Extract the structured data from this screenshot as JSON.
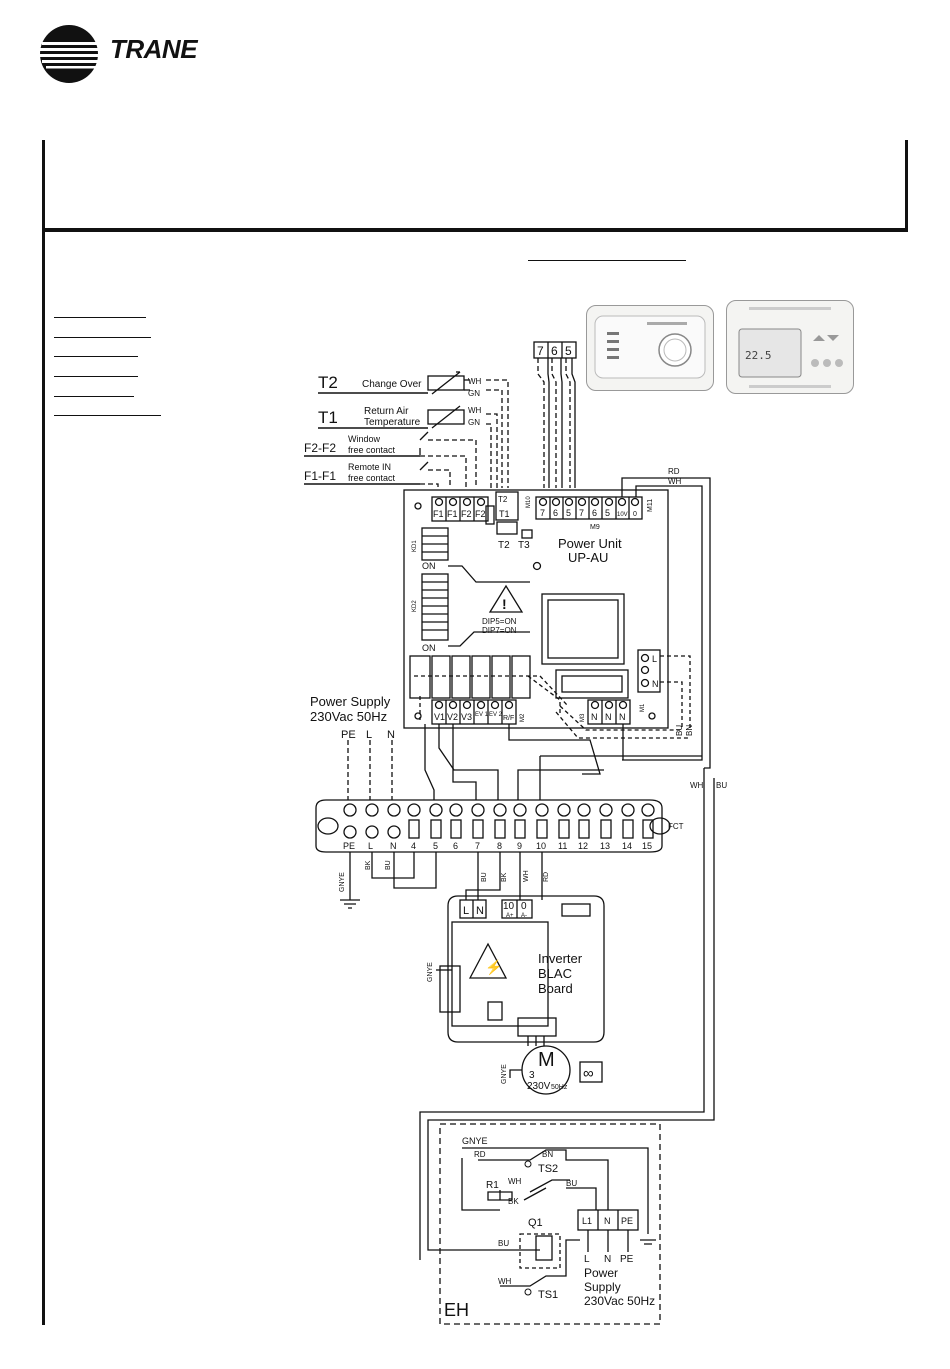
{
  "brand": {
    "name": "TRANE"
  },
  "controllers": {
    "connector_terminals": [
      "7",
      "6",
      "5"
    ]
  },
  "sensors": {
    "t2": {
      "code": "T2",
      "label": "Change Over",
      "wires": [
        "WH",
        "GN"
      ]
    },
    "t1": {
      "code": "T1",
      "label_line1": "Return Air",
      "label_line2": "Temperature",
      "wires": [
        "WH",
        "GN"
      ]
    },
    "f2": {
      "code": "F2-F2",
      "label_line1": "Window",
      "label_line2": "free contact"
    },
    "f1": {
      "code": "F1-F1",
      "label_line1": "Remote IN",
      "label_line2": "free contact"
    }
  },
  "power_unit": {
    "label_line1": "Power Unit",
    "label_line2": "UP-AU",
    "top_terminals": [
      "F1",
      "F1",
      "F2",
      "F2",
      "T2",
      "T1"
    ],
    "top_connector_labels": [
      "M10",
      "M11"
    ],
    "m9_terminals": [
      "7",
      "6",
      "5",
      "7",
      "6",
      "5",
      "10V",
      "0"
    ],
    "m9_label": "M9",
    "sensor_plugs": [
      "T2",
      "T3"
    ],
    "dip_switches": [
      "KD1",
      "KD2"
    ],
    "on_label": "ON",
    "dip_note_line1": "DIP5=ON",
    "dip_note_line2": "DIP7=ON",
    "output_terminals": [
      "V1",
      "V2",
      "V3",
      "EV 1",
      "EV 2",
      "R/F"
    ],
    "output_connector_label": "M2",
    "neutral_terminals": [
      "N",
      "N",
      "N"
    ],
    "neutral_connector_label": "M3",
    "supply_terminals": [
      "L",
      "N"
    ],
    "supply_connector_label": "M1",
    "wire_colors_right": [
      "BU",
      "BN"
    ],
    "wire_colors_top": [
      "RD",
      "WH"
    ]
  },
  "power_supply": {
    "label_line1": "Power Supply",
    "label_line2": "230Vac 50Hz",
    "lines": [
      "PE",
      "L",
      "N"
    ]
  },
  "terminal_block": {
    "terminals": [
      "PE",
      "L",
      "N",
      "4",
      "5",
      "6",
      "7",
      "8",
      "9",
      "10",
      "11",
      "12",
      "13",
      "14",
      "15"
    ],
    "label": "FCT",
    "bottom_wires": [
      "GNYE",
      "BK",
      "BU",
      "BU",
      "BK",
      "WH",
      "RD"
    ],
    "vertical_wires": [
      "WH",
      "BU"
    ]
  },
  "inverter": {
    "label_line1": "Inverter",
    "label_line2": "BLAC",
    "label_line3": "Board",
    "input_terminals": [
      "L",
      "N"
    ],
    "control_terminals": [
      "10",
      "0"
    ],
    "control_sub_labels": [
      "A+",
      "A-"
    ],
    "ground_label": "GNYE"
  },
  "motor": {
    "symbol": "M",
    "phase": "3",
    "rating": "230V",
    "freq": "50Hz",
    "ground_label": "GNYE",
    "speed_symbol": "∞"
  },
  "electric_heater": {
    "label": "EH",
    "components": [
      "TS2",
      "R1",
      "Q1",
      "TS1"
    ],
    "wire_labels": [
      "GNYE",
      "RD",
      "BN",
      "WH",
      "BU",
      "BK",
      "BU",
      "WH"
    ],
    "terminals": [
      "L1",
      "N",
      "PE"
    ],
    "supply_lines": [
      "L",
      "N",
      "PE"
    ],
    "supply_label_line1": "Power",
    "supply_label_line2": "Supply",
    "supply_label_line3": "230Vac 50Hz"
  },
  "colors": {
    "line": "#111111",
    "paper": "#ffffff"
  }
}
